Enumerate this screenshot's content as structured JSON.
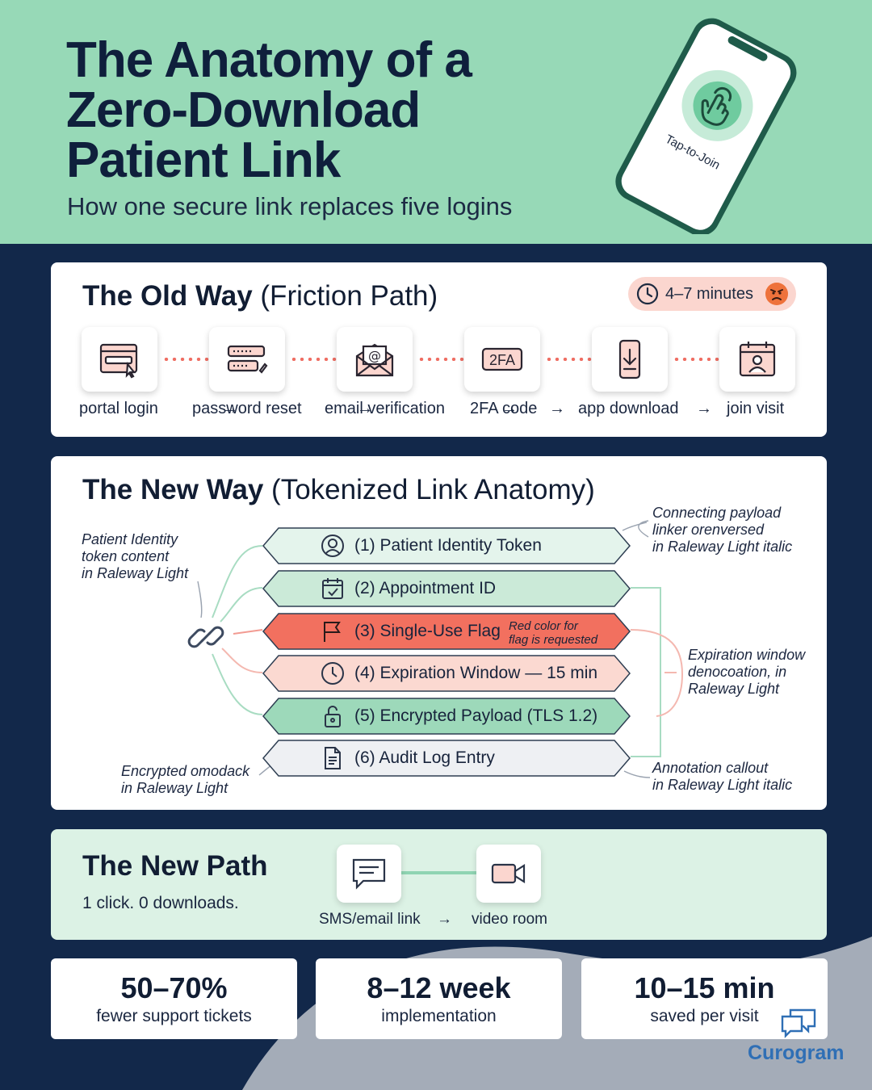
{
  "header": {
    "title_lines": [
      "The Anatomy of a",
      "Zero-Download",
      "Patient Link"
    ],
    "subtitle": "How one secure link replaces five logins",
    "phone_label": "Tap-to-Join"
  },
  "old_way": {
    "title_bold": "The Old Way",
    "title_rest": "(Friction Path)",
    "time": "4–7 minutes",
    "steps": [
      {
        "label": "portal login",
        "icon": "browser-login-icon"
      },
      {
        "label": "password reset",
        "icon": "password-field-icon"
      },
      {
        "label": "email verification",
        "icon": "email-envelope-icon"
      },
      {
        "label": "2FA code",
        "icon": "2fa-badge-icon",
        "badge": "2FA"
      },
      {
        "label": "app download",
        "icon": "phone-download-icon"
      },
      {
        "label": "join visit",
        "icon": "calendar-person-icon"
      }
    ],
    "arrow": "→"
  },
  "new_way": {
    "title_bold": "The New Way",
    "title_rest": "(Tokenized Link Anatomy)",
    "layers": [
      {
        "label": "(1) Patient Identity Token",
        "icon": "user-circle-icon",
        "fill": "#e4f4ec"
      },
      {
        "label": "(2) Appointment ID",
        "icon": "calendar-check-icon",
        "fill": "#cbead8"
      },
      {
        "label": "(3) Single-Use Flag",
        "icon": "flag-icon",
        "fill": "#f2705f",
        "note": [
          "Red color for",
          "flag is requested"
        ]
      },
      {
        "label": "(4) Expiration Window — 15 min",
        "icon": "clock-icon",
        "fill": "#fbd9d1"
      },
      {
        "label": "(5) Encrypted Payload (TLS 1.2)",
        "icon": "lock-icon",
        "fill": "#9dd9ba"
      },
      {
        "label": "(6) Audit Log Entry",
        "icon": "document-icon",
        "fill": "#eef0f3"
      }
    ],
    "notes": {
      "left_top": [
        "Patient Identity",
        "token content",
        "in Raleway Light"
      ],
      "left_bottom": [
        "Encrypted omodack",
        "in Raleway Light"
      ],
      "right_top": [
        "Connecting payload",
        "linker orenversed",
        "in Raleway Light italic"
      ],
      "right_mid": [
        "Expiration window",
        "denocoation, in",
        "Raleway Light"
      ],
      "right_bottom": [
        "Annotation callout",
        "in Raleway Light italic"
      ]
    }
  },
  "new_path": {
    "title": "The New Path",
    "subtitle": "1 click. 0 downloads.",
    "from": "SMS/email link",
    "arrow": "→",
    "to": "video room"
  },
  "stats": [
    {
      "value": "50–70%",
      "label": "fewer support tickets"
    },
    {
      "value": "8–12 week",
      "label": "implementation"
    },
    {
      "value": "10–15 min",
      "label": "saved per visit"
    }
  ],
  "brand": "Curogram",
  "colors": {
    "header_bg": "#97d9b7",
    "page_bg": "#12284a",
    "accent_red": "#ef6e63",
    "accent_green": "#8fd4b2",
    "brand_blue": "#2f6fb5"
  }
}
